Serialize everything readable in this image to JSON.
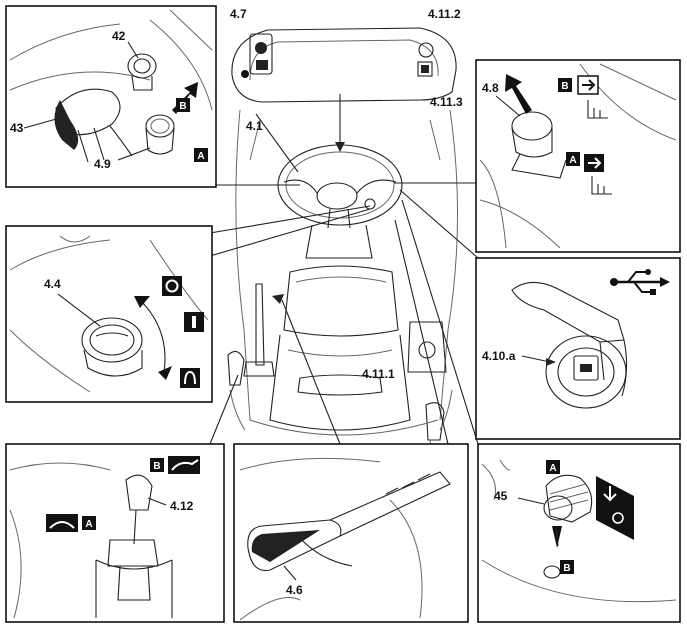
{
  "labels": {
    "l_4_7": "4.7",
    "l_4_11_2": "4.11.2",
    "l_4_11_3": "4.11.3",
    "l_4_1": "4.1",
    "l_4_2": "42",
    "l_4_3": "43",
    "l_4_9": "4.9",
    "l_4_8": "4.8",
    "l_4_4": "4.4",
    "l_4_10a": "4.10.a",
    "l_4_11_1": "4.11.1",
    "l_4_12": "4.12",
    "l_4_6": "4.6",
    "l_4_5": "45"
  },
  "markers": {
    "a": "A",
    "b": "B"
  },
  "switch_positions": {
    "off": "O",
    "on": "I"
  },
  "colors": {
    "line": "#222222",
    "marker_bg": "#111111",
    "background": "#ffffff"
  },
  "icons": [
    "usb-icon",
    "hazard-icon",
    "parking-light-icon",
    "ignition-key-icon",
    "preheat-icon"
  ]
}
